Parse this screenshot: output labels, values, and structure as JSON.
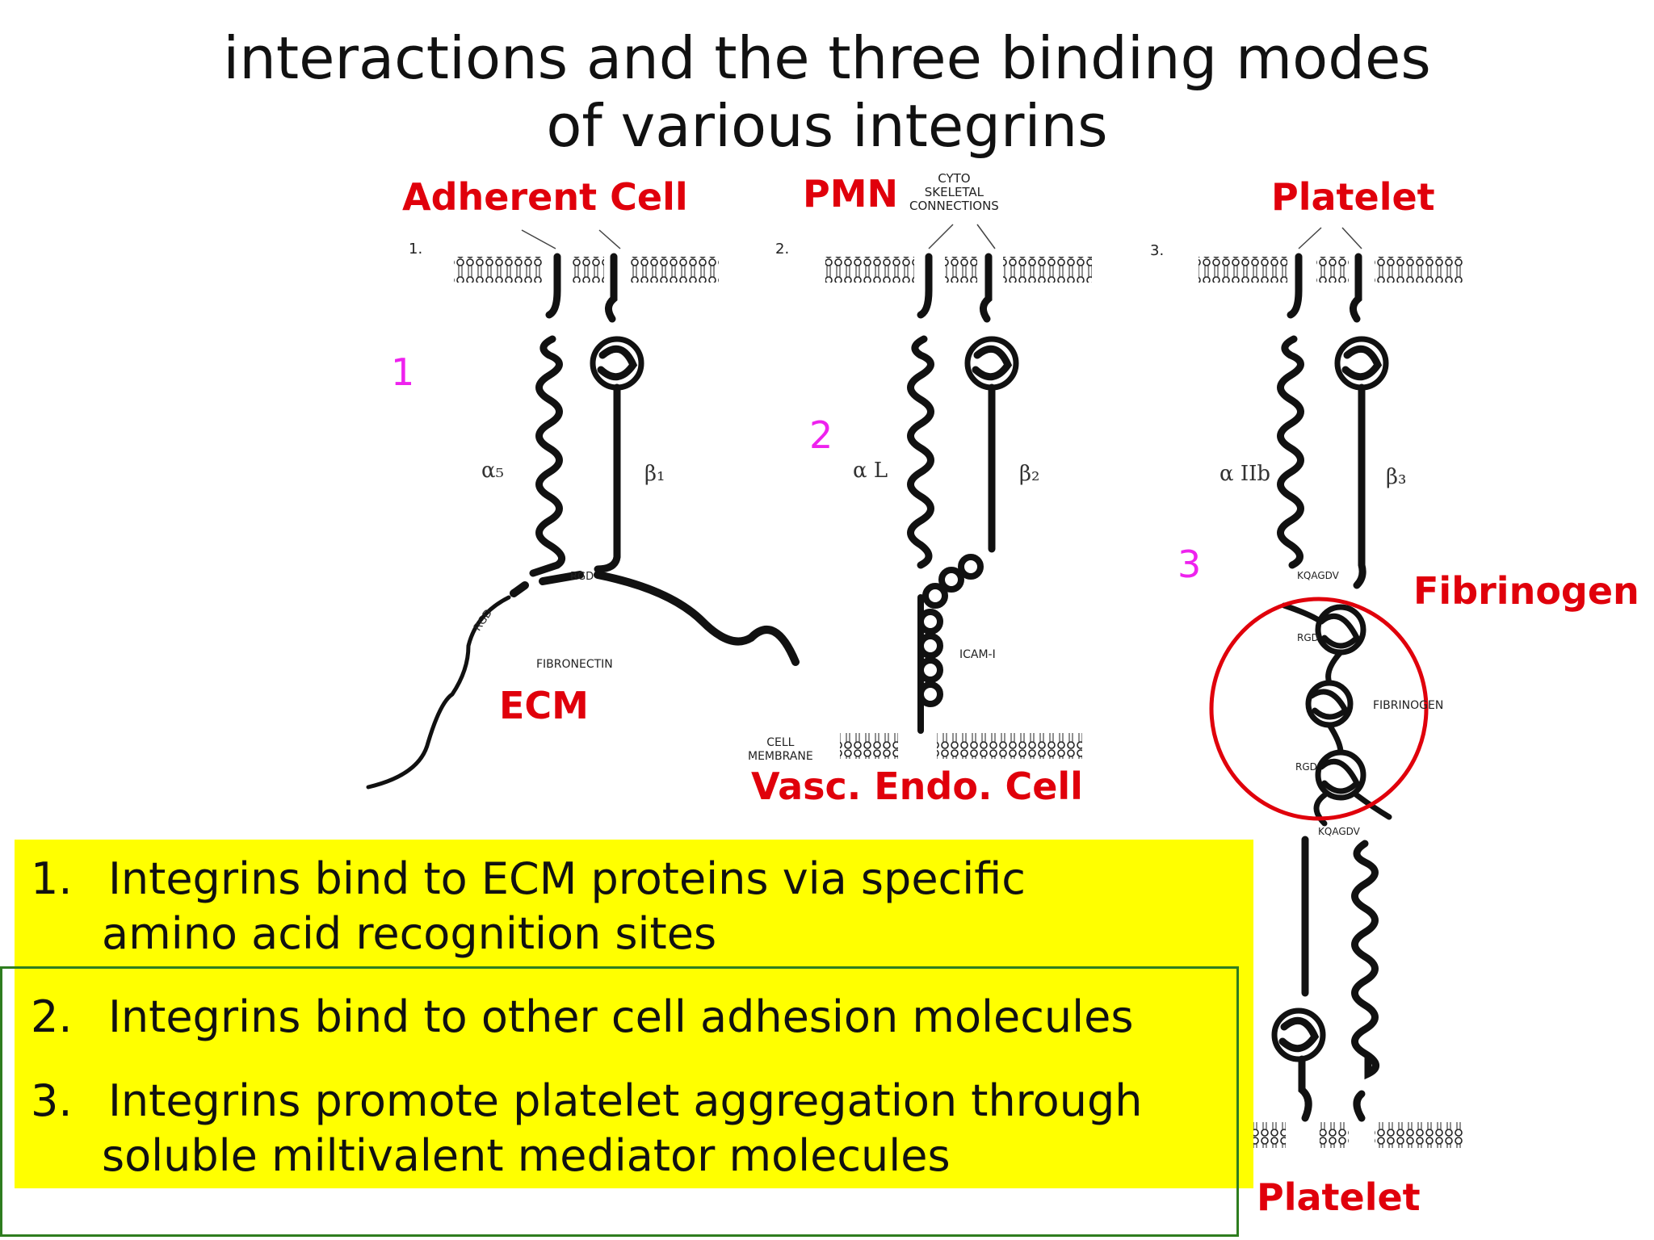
{
  "title": {
    "line1": "interactions and the three binding modes",
    "line2": "of various integrins"
  },
  "labels": {
    "adherent_cell": "Adherent Cell",
    "pmn": "PMN",
    "platelet_top": "Platelet",
    "ecm": "ECM",
    "vasc_endo_cell": "Vasc. Endo. Cell",
    "fibrinogen": "Fibrinogen",
    "platelet_bottom": "Platelet",
    "num1": "1",
    "num2": "2",
    "num3": "3"
  },
  "figure": {
    "panel1": "1.",
    "panel2": "2.",
    "panel3": "3.",
    "cyto_line1": "CYTO",
    "cyto_line2": "SKELETAL",
    "cyto_line3": "CONNECTIONS",
    "alpha5": "α₅",
    "beta1": "β₁",
    "alphaL": "α L",
    "beta2": "β₂",
    "alphaIIb": "α IIb",
    "beta3": "β₃",
    "rgd": "RGD",
    "fibronectin": "FIBRONECTIN",
    "icam": "ICAM-I",
    "cell_membrane_line1": "CELL",
    "cell_membrane_line2": "MEMBRANE",
    "kqagdv": "KQAGDV",
    "fibrinogen_caps": "FIBRINOGEN"
  },
  "points": {
    "p1_num": "1.",
    "p1_line1": "Integrins bind to ECM proteins via specific",
    "p1_line2": "amino acid recognition sites",
    "p2_num": "2.",
    "p2_line1": "Integrins bind to other cell adhesion molecules",
    "p3_num": "3.",
    "p3_line1": "Integrins promote platelet aggregation through",
    "p3_line2": "soluble miltivalent mediator molecules"
  },
  "colors": {
    "red_label": "#e0000b",
    "magenta_number": "#ee22ee",
    "highlight_yellow": "#ffff00",
    "box_green": "#2e7d1f",
    "circle_red": "#e0000b"
  }
}
